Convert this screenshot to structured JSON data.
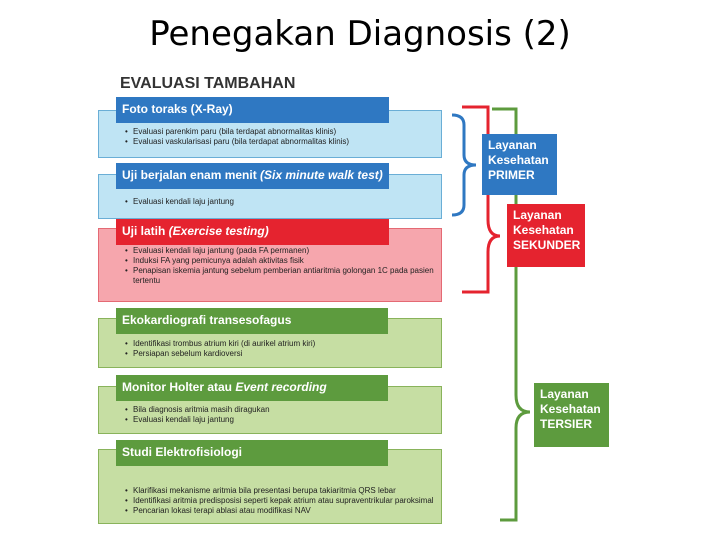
{
  "title": "Penegakan Diagnosis (2)",
  "section_heading": "EVALUASI TAMBAHAN",
  "panels": [
    {
      "title": "Foto toraks (X-Ray)",
      "title_italic": "",
      "items": [
        "Evaluasi parenkim paru (bila terdapat abnormalitas klinis)",
        "Evaluasi vaskularisasi paru (bila terdapat abnormalitas klinis)"
      ]
    },
    {
      "title": "Uji berjalan enam menit ",
      "title_italic": "(Six minute walk test)",
      "items": [
        "Evaluasi kendali laju jantung"
      ]
    },
    {
      "title": "Uji latih ",
      "title_italic": "(Exercise testing)",
      "items": [
        "Evaluasi kendali laju jantung (pada FA permanen)",
        "Induksi FA yang pemicunya adalah aktivitas fisik",
        "Penapisan iskemia jantung sebelum pemberian antiaritmia golongan 1C pada pasien tertentu"
      ]
    },
    {
      "title": "Ekokardiografi transesofagus",
      "title_italic": "",
      "items": [
        "Identifikasi trombus atrium kiri (di aurikel atrium kiri)",
        "Persiapan sebelum kardioversi"
      ]
    },
    {
      "title": "Monitor Holter atau ",
      "title_italic": "Event recording",
      "items": [
        "Bila diagnosis aritmia masih diragukan",
        "Evaluasi kendali laju jantung"
      ]
    },
    {
      "title": "Studi Elektrofisiologi",
      "title_italic": "",
      "items": [
        "Klarifikasi mekanisme aritmia bila presentasi berupa takiaritmia QRS lebar",
        "Identifikasi aritmia predisposisi seperti kepak atrium atau supraventrikular paroksimal",
        "Pencarian lokasi terapi ablasi atau modifikasi NAV"
      ]
    }
  ],
  "service_boxes": {
    "primer": [
      "Layanan",
      "Kesehatan",
      "PRIMER"
    ],
    "sekunder": [
      "Layanan",
      "Kesehatan",
      "SEKUNDER"
    ],
    "tersier": [
      "Layanan",
      "Kesehatan",
      "TERSIER"
    ]
  },
  "colors": {
    "blue": "#2f78c2",
    "red": "#e5232f",
    "green": "#5d9b3e"
  }
}
